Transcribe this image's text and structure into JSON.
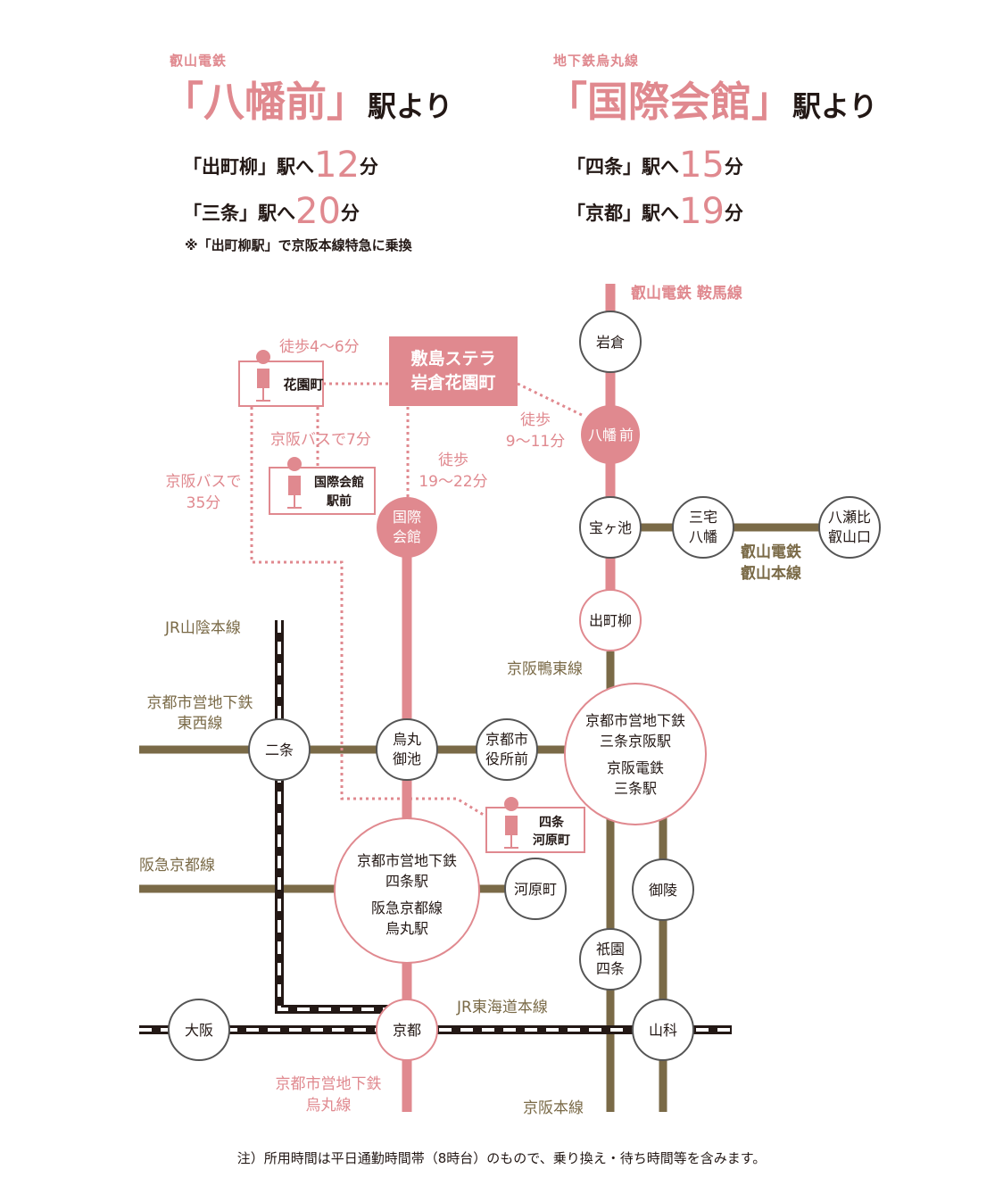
{
  "header": {
    "left": {
      "line": "叡山電鉄",
      "station": "「八幡前」",
      "suffix": "駅より",
      "routes": [
        {
          "pre": "「出町柳」駅へ",
          "num": "12",
          "unit": "分"
        },
        {
          "pre": "「三条」駅へ",
          "num": "20",
          "unit": "分"
        }
      ],
      "note": "※「出町柳駅」で京阪本線特急に乗換"
    },
    "right": {
      "line": "地下鉄烏丸線",
      "station": "「国際会館」",
      "suffix": "駅より",
      "routes": [
        {
          "pre": "「四条」駅へ",
          "num": "15",
          "unit": "分"
        },
        {
          "pre": "「京都」駅へ",
          "num": "19",
          "unit": "分"
        }
      ]
    }
  },
  "map": {
    "property": {
      "line1": "敷島ステラ",
      "line2": "岩倉花園町"
    },
    "stations": {
      "iwakura": "岩倉",
      "hachimanmae_1": "八幡",
      "hachimanmae_2": "前",
      "takaragaike": "宝ヶ池",
      "miyake_1": "三宅",
      "miyake_2": "八幡",
      "yase_1": "八瀬比",
      "yase_2": "叡山口",
      "demachiyanagi": "出町柳",
      "kokusai_1": "国際",
      "kokusai_2": "会館",
      "nijo": "二条",
      "karasuma_1": "烏丸",
      "karasuma_2": "御池",
      "shiyakusho_1": "京都市",
      "shiyakusho_2": "役所前",
      "sanjo_1": "京都市営地下鉄",
      "sanjo_2": "三条京阪駅",
      "sanjo_3": "京阪電鉄",
      "sanjo_4": "三条駅",
      "shijo_1": "京都市営地下鉄",
      "shijo_2": "四条駅",
      "shijo_3": "阪急京都線",
      "shijo_4": "烏丸駅",
      "kawaramachi": "河原町",
      "misasagi": "御陵",
      "gion_1": "祇園",
      "gion_2": "四条",
      "yamashina": "山科",
      "osaka": "大阪",
      "kyoto": "京都"
    },
    "bus_stops": {
      "hanazono": "花園町",
      "kokusai_ekimae_1": "国際会館",
      "kokusai_ekimae_2": "駅前",
      "shijo_kawaramachi_1": "四条",
      "shijo_kawaramachi_2": "河原町"
    },
    "lines": {
      "eizan_kurama": "叡山電鉄 鞍馬線",
      "eizan_honsen_1": "叡山電鉄",
      "eizan_honsen_2": "叡山本線",
      "jr_sanin": "JR山陰本線",
      "tozai_1": "京都市営地下鉄",
      "tozai_2": "東西線",
      "keihan_oto": "京阪鴨東線",
      "hankyu": "阪急京都線",
      "jr_tokaido": "JR東海道本線",
      "karasuma_1": "京都市営地下鉄",
      "karasuma_2": "烏丸線",
      "keihan_main": "京阪本線"
    },
    "walks": {
      "hanazono_1": "徒歩4〜6分",
      "hachiman_1": "徒歩",
      "hachiman_2": "9〜11分",
      "kokusai_1": "徒歩",
      "kokusai_2": "19〜22分"
    },
    "buses": {
      "bus7": "京阪バスで7分",
      "bus35_1": "京阪バスで",
      "bus35_2": "35分"
    }
  },
  "footnote": "注）所用時間は平日通勤時間帯（8時台）のもので、乗り換え・待ち時間等を含みます。",
  "colors": {
    "pink": "#e0898f",
    "brown": "#7a6a47",
    "dark": "#231815",
    "gray": "#555555"
  }
}
